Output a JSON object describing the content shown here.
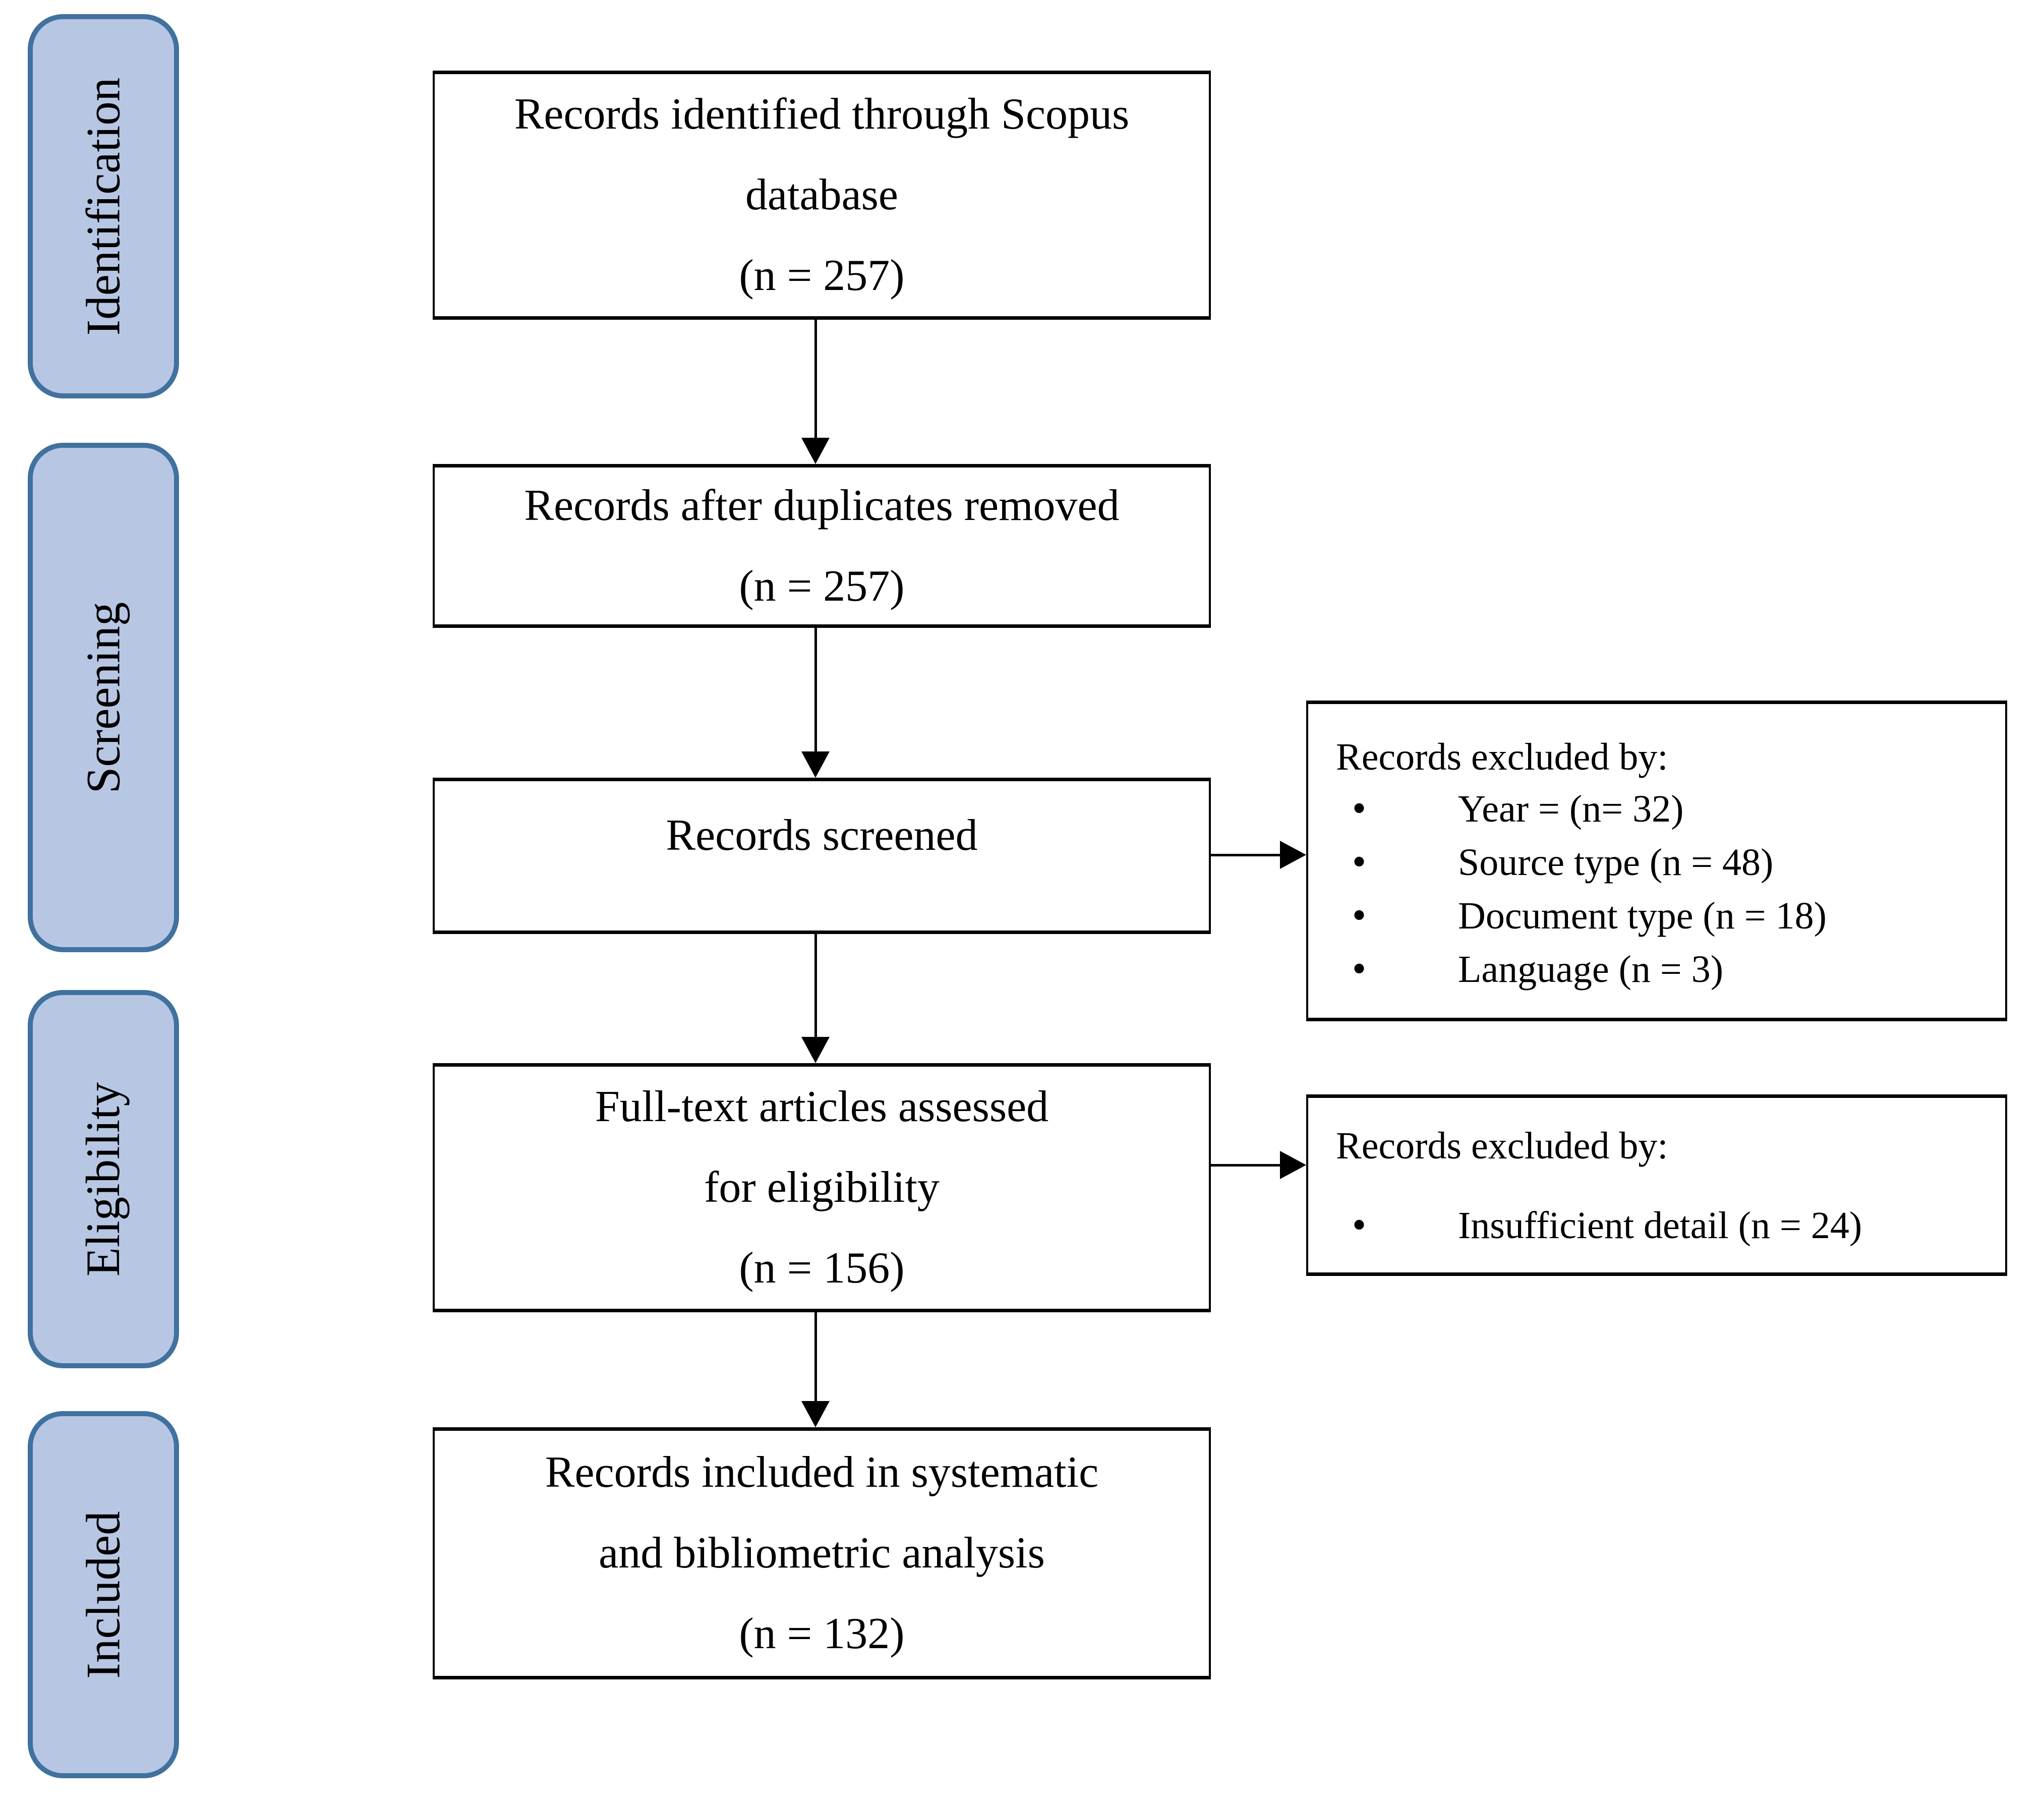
{
  "stages": {
    "identification": "Identification",
    "screening": "Screening",
    "eligibility": "Eligibility",
    "included": "Included"
  },
  "boxes": {
    "identified": {
      "line1": "Records identified through Scopus",
      "line2": "database",
      "line3": "(n = 257)"
    },
    "deduplicated": {
      "line1": "Records after duplicates removed",
      "line2": "(n = 257)"
    },
    "screened": {
      "line1": "Records screened"
    },
    "fulltext": {
      "line1": "Full-text articles assessed",
      "line2": "for eligibility",
      "line3": "(n = 156)"
    },
    "included": {
      "line1": "Records included in systematic",
      "line2": "and bibliometric analysis",
      "line3": "(n = 132)"
    }
  },
  "exclusions": {
    "screening": {
      "title": "Records excluded by:",
      "bullet1": "Year = (n= 32)",
      "bullet2": "Source type (n = 48)",
      "bullet3": "Document type (n = 18)",
      "bullet4": "Language (n = 3)"
    },
    "eligibility": {
      "title": "Records excluded by:",
      "bullet1": "Insufficient detail (n = 24)"
    }
  },
  "icons": {
    "bullet": "•"
  },
  "colors": {
    "stage_fill": "#b7c6e3",
    "stage_border": "#40719f",
    "box_border": "#000000",
    "arrow": "#000000",
    "text": "#000000",
    "background": "#ffffff"
  }
}
